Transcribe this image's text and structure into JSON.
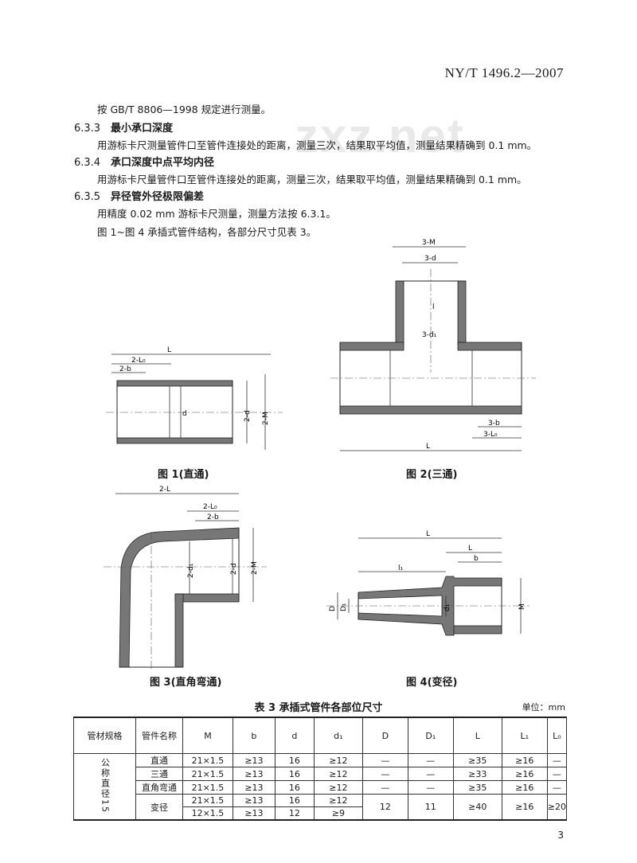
{
  "header": {
    "standard_number": "NY/T 1496.2—2007"
  },
  "watermark": "zxz.net",
  "body": {
    "line_top": "按 GB/T 8806—1998 规定进行测量。",
    "s633": {
      "num": "6.3.3",
      "title": "最小承口深度",
      "text": "用游标卡尺测量管件口至管件连接处的距离，测量三次，结果取平均值，测量结果精确到 0.1 mm。"
    },
    "s634": {
      "num": "6.3.4",
      "title": "承口深度中点平均内径",
      "text": "用游标卡尺量管件口至管件连接处的距离，测量三次，结果取平均值，测量结果精确到 0.1 mm。"
    },
    "s635": {
      "num": "6.3.5",
      "title": "异径管外径极限偏差",
      "text": "用精度 0.02 mm 游标卡尺测量，测量方法按 6.3.1。"
    },
    "fig_intro": "图 1~图 4 承插式管件结构，各部分尺寸见表 3。"
  },
  "figures": {
    "fig1": {
      "caption": "图 1(直通)",
      "labels": {
        "L": "L",
        "TL": "2-L₀",
        "b": "2-b",
        "d": "d",
        "d1": "2-d",
        "M": "2-M"
      }
    },
    "fig2": {
      "caption": "图 2(三通)",
      "labels": {
        "M": "3-M",
        "d": "3-d",
        "d1": "3-d₁",
        "l": "l",
        "L": "L",
        "b": "3-b",
        "L0": "3-L₀"
      }
    },
    "fig3": {
      "caption": "图 3(直角弯通)",
      "labels": {
        "L": "2-L",
        "L0": "2-L₀",
        "b": "2-b",
        "d1": "2-d₁",
        "d": "2-d",
        "M": "2-M"
      }
    },
    "fig4": {
      "caption": "图 4(变径)",
      "labels": {
        "L": "L",
        "Lc": "L",
        "b": "b",
        "l1": "l₁",
        "D": "D",
        "D1": "D₁",
        "d1": "d₁",
        "M": "M"
      }
    }
  },
  "table": {
    "title": "表 3 承插式管件各部位尺寸",
    "unit": "单位：mm",
    "headers": [
      "管材规格",
      "管件名称",
      "M",
      "b",
      "d",
      "d₁",
      "D",
      "D₁",
      "L",
      "L₁",
      "L₀"
    ],
    "spec_label": "公称直径15",
    "rows": [
      {
        "name": "直通",
        "M": "21×1.5",
        "b": "≥13",
        "d": "16",
        "d1": "≥12",
        "D": "—",
        "D1": "—",
        "L": "≥35",
        "L1": "≥16",
        "L0": "—"
      },
      {
        "name": "三通",
        "M": "21×1.5",
        "b": "≥13",
        "d": "16",
        "d1": "≥12",
        "D": "—",
        "D1": "—",
        "L": "≥33",
        "L1": "≥16",
        "L0": "—"
      },
      {
        "name": "直角弯通",
        "M": "21×1.5",
        "b": "≥13",
        "d": "16",
        "d1": "≥12",
        "D": "—",
        "D1": "—",
        "L": "≥35",
        "L1": "≥16",
        "L0": "—"
      }
    ],
    "reducer": {
      "name": "变径",
      "M1": "21×1.5",
      "b1": "≥13",
      "d_1": "16",
      "d1_1": "≥12",
      "M2": "12×1.5",
      "b2": "≥13",
      "d_2": "12",
      "d1_2": "≥9",
      "D": "12",
      "D1": "11",
      "L": "≥40",
      "L1": "≥16",
      "L0": "≥20"
    }
  },
  "page_number": "3"
}
